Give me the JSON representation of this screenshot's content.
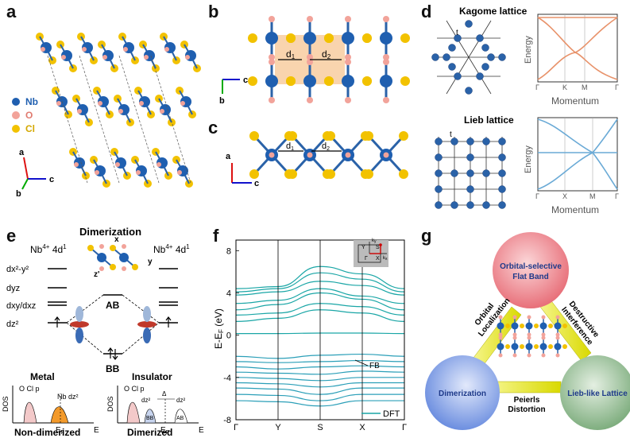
{
  "panels": {
    "a": "a",
    "b": "b",
    "c": "c",
    "d": "d",
    "e": "e",
    "f": "f",
    "g": "g"
  },
  "legend_a": [
    {
      "symbol": "Nb",
      "color": "#1f5fb0"
    },
    {
      "symbol": "O",
      "color": "#f2a39a"
    },
    {
      "symbol": "Cl",
      "color": "#f2c200"
    }
  ],
  "axes_a": {
    "a": "a",
    "b": "b",
    "c": "c"
  },
  "axes_b": {
    "c": "c",
    "b": "b"
  },
  "axes_c": {
    "a": "a",
    "c": "c"
  },
  "dims": {
    "d1": "d",
    "d1_sub": "1",
    "d2": "d",
    "d2_sub": "2"
  },
  "panel_d": {
    "kagome_title": "Kagome lattice",
    "lieb_title": "Lieb lattice",
    "hop": "t",
    "ylabel": "Energy",
    "xlabel": "Momentum",
    "kagome_ticks": [
      "Γ",
      "K",
      "M",
      "Γ"
    ],
    "lieb_ticks": [
      "Γ",
      "X",
      "M",
      "Γ"
    ],
    "kagome_color": "#e8926a",
    "lieb_color": "#6aaad6"
  },
  "panel_e": {
    "title": "Dimerization",
    "left_ion": "Nb",
    "left_charge": "4+",
    "left_orb": "4d",
    "left_orb_sup": "1",
    "right_ion": "Nb",
    "right_charge": "4+",
    "right_orb": "4d",
    "right_orb_sup": "1",
    "levels": [
      "dx²-y²",
      "dyz",
      "dxy/dxz",
      "dz²"
    ],
    "ab": "AB",
    "bb": "BB",
    "axis_x": "x",
    "axis_y": "y",
    "axis_z": "z'",
    "metal": "Metal",
    "insulator": "Insulator",
    "non_dimerized": "Non-dimerized",
    "dimerized": "Dimerized",
    "dos": "DOS",
    "ocl": "O Cl p",
    "nbdz": "Nb dz²",
    "ef": "E",
    "ef_sub": "F",
    "e": "E",
    "dz2": "dz²",
    "bb_small": "BB",
    "ab_small": "AB",
    "delta": "Δ"
  },
  "chart_data": {
    "type": "line",
    "title": "",
    "xlabel": "",
    "ylabel": "E-E",
    "ylabel_sub": "F",
    "ylabel_unit": "(eV)",
    "ylim": [
      -8,
      9
    ],
    "yticks": [
      8,
      4,
      0,
      -4,
      -8
    ],
    "xticks": [
      "Γ",
      "Y",
      "S",
      "X",
      "Γ"
    ],
    "x": [
      0,
      1,
      2,
      3,
      4
    ],
    "legend": "DFT",
    "annotation": "FB",
    "color": "#1aa6a6",
    "bz_labels": {
      "Y": "Y",
      "S": "S",
      "G": "Γ",
      "X": "X",
      "kx": "k",
      "ky": "k",
      "kx_sub": "x",
      "ky_sub": "y"
    },
    "series": [
      {
        "values": [
          4.4,
          4.6,
          6.5,
          5.8,
          4.4
        ]
      },
      {
        "values": [
          4.1,
          4.4,
          5.9,
          5.3,
          4.1
        ]
      },
      {
        "values": [
          3.8,
          4.1,
          5.1,
          4.7,
          3.8
        ]
      },
      {
        "values": [
          3.0,
          3.3,
          4.4,
          3.7,
          3.0
        ]
      },
      {
        "values": [
          2.4,
          2.9,
          4.0,
          3.4,
          2.4
        ]
      },
      {
        "values": [
          1.9,
          2.1,
          3.0,
          2.7,
          1.9
        ]
      },
      {
        "values": [
          1.3,
          1.6,
          2.4,
          2.1,
          1.3
        ]
      },
      {
        "values": [
          0.15,
          0.15,
          0.2,
          0.2,
          0.15
        ]
      },
      {
        "values": [
          -2.0,
          -2.2,
          -1.9,
          -1.8,
          -2.0
        ]
      },
      {
        "values": [
          -2.5,
          -2.6,
          -2.5,
          -2.4,
          -2.5
        ]
      },
      {
        "values": [
          -3.0,
          -3.2,
          -3.0,
          -2.9,
          -3.0
        ]
      },
      {
        "values": [
          -3.5,
          -3.6,
          -3.7,
          -3.4,
          -3.5
        ]
      },
      {
        "values": [
          -4.0,
          -4.1,
          -4.3,
          -4.0,
          -4.0
        ]
      },
      {
        "values": [
          -4.5,
          -4.6,
          -4.9,
          -4.5,
          -4.5
        ]
      },
      {
        "values": [
          -5.0,
          -5.1,
          -5.6,
          -5.0,
          -5.0
        ]
      },
      {
        "values": [
          -5.6,
          -5.7,
          -6.2,
          -5.6,
          -5.6
        ]
      },
      {
        "values": [
          -6.2,
          -6.3,
          -6.7,
          -6.2,
          -6.2
        ]
      }
    ]
  },
  "panel_g": {
    "top": "Orbital-selective Flat Band",
    "left": "Dimerization",
    "right": "Lieb-like Lattice",
    "edge_left": "Orbital Localization",
    "edge_right": "Destructive Interference",
    "edge_bottom": "Peierls Distortion",
    "top_color": "#e8707a",
    "left_color": "#6d8fe0",
    "right_color": "#7fae7f",
    "title_color": "#1e3a8a"
  }
}
